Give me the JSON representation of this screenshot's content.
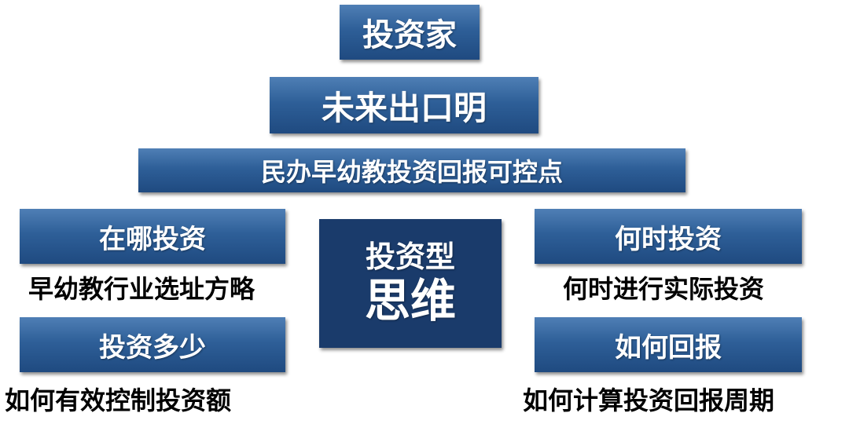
{
  "tiers": {
    "top": "投资家",
    "second": "未来出口明",
    "third": "民办早幼教投资回报可控点"
  },
  "center": {
    "line1": "投资型",
    "line2": "思维"
  },
  "left": {
    "box1": "在哪投资",
    "caption1": "早幼教行业选址方略",
    "box2": "投资多少",
    "caption2": "如何有效控制投资额"
  },
  "right": {
    "box1": "何时投资",
    "caption1": "何时进行实际投资",
    "box2": "如何回报",
    "caption2": "如何计算投资回报周期"
  }
}
